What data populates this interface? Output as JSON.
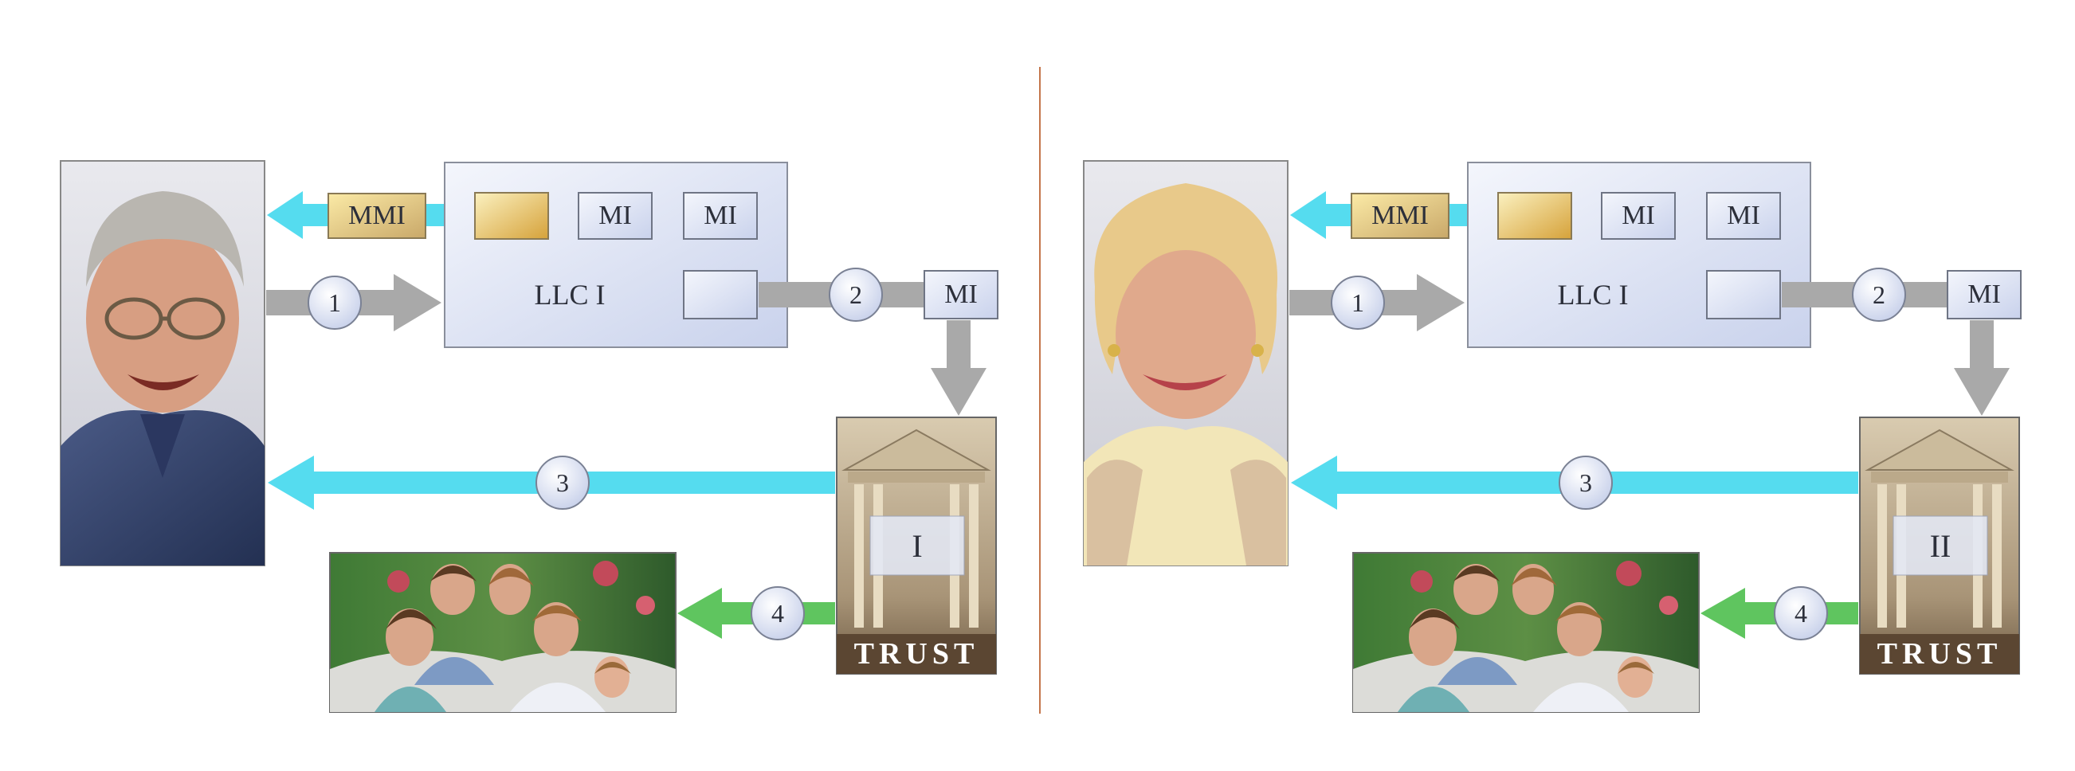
{
  "panels": [
    {
      "person": "elderly-man",
      "llc_label": "LLC I",
      "mmi_label": "MMI",
      "mi_labels": [
        "MI",
        "MI"
      ],
      "external_mi_label": "MI",
      "trust_number": "I",
      "trust_label": "TRUST",
      "steps": [
        "1",
        "2",
        "3",
        "4"
      ]
    },
    {
      "person": "elderly-woman",
      "llc_label": "LLC I",
      "mmi_label": "MMI",
      "mi_labels": [
        "MI",
        "MI"
      ],
      "external_mi_label": "MI",
      "trust_number": "II",
      "trust_label": "TRUST",
      "steps": [
        "1",
        "2",
        "3",
        "4"
      ]
    }
  ],
  "colors": {
    "cyan_arrow": "#55dcef",
    "gray_arrow": "#a9a9a9",
    "green_arrow": "#5fc55f",
    "gold_box": "#e7c86a",
    "divider": "#c4764c"
  }
}
